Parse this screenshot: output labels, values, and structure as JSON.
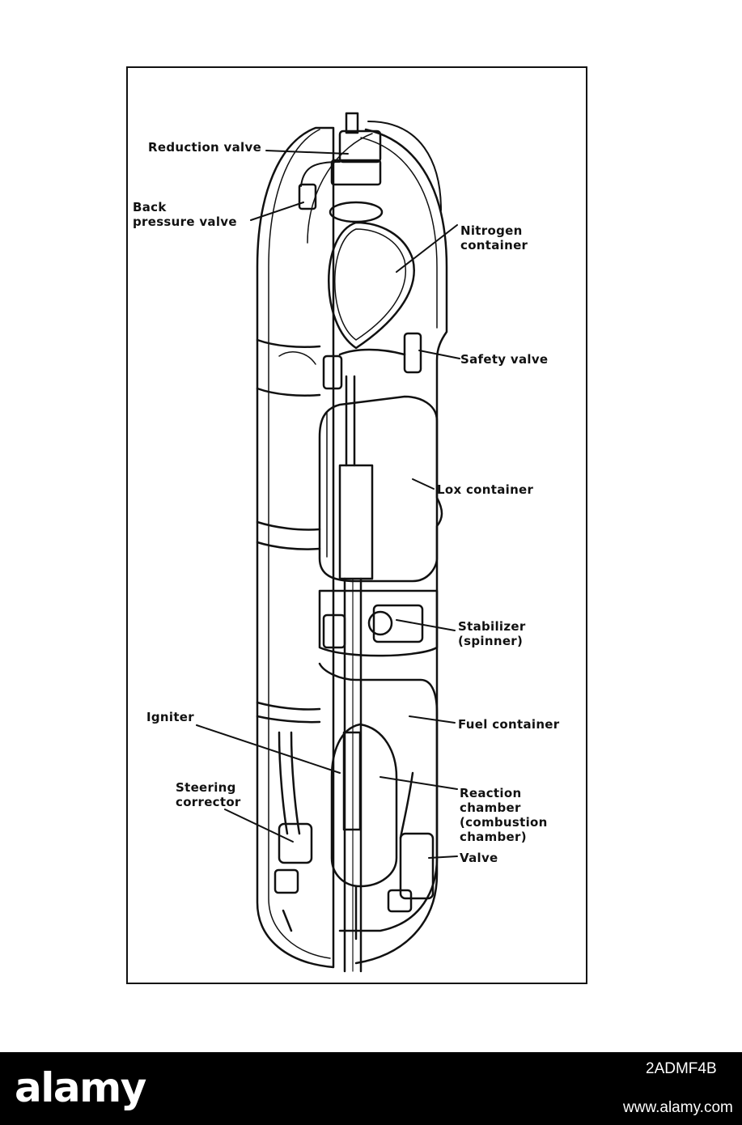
{
  "labels": {
    "reduction_valve": "Reduction valve",
    "back_pressure_valve": "Back\npressure valve",
    "nitrogen_container": "Nitrogen\ncontainer",
    "safety_valve": "Safety valve",
    "lox_container": "Lox container",
    "stabilizer": "Stabilizer\n(spinner)",
    "fuel_container": "Fuel container",
    "igniter": "Igniter",
    "steering_corrector": "Steering\ncorrector",
    "reaction_chamber": "Reaction\nchamber\n(combustion\nchamber)",
    "valve": "Valve"
  },
  "watermark": {
    "logo": "alamy",
    "image_id": "2ADMF4B",
    "url": "www.alamy.com"
  },
  "colors": {
    "ink": "#111111",
    "paper": "#ffffff",
    "footer": "#000000"
  }
}
